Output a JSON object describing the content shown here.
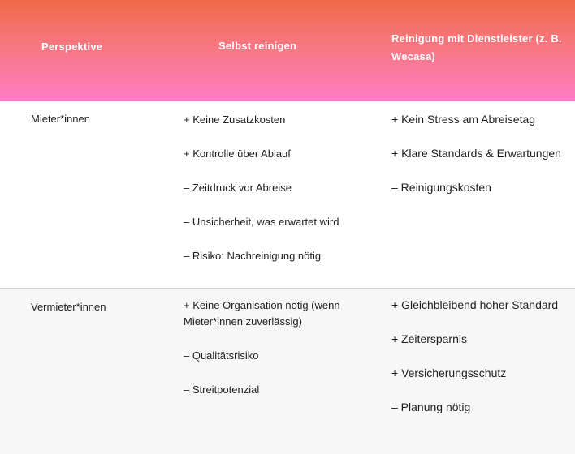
{
  "table": {
    "headers": [
      "Perspektive",
      "Selbst reinigen",
      "Reinigung mit Dienstleister (z. B. Wecasa)"
    ],
    "rows": [
      {
        "perspective": "Mieter*innen",
        "self_cleaning": [
          "+ Keine Zusatzkosten",
          "+ Kontrolle über Ablauf",
          "– Zeitdruck vor Abreise",
          "– Unsicherheit, was erwartet wird",
          "– Risiko: Nachreinigung nötig"
        ],
        "provider_cleaning": [
          "+ Kein Stress am Abreisetag",
          "+ Klare Standards & Erwartungen",
          "– Reinigungskosten"
        ]
      },
      {
        "perspective": "Vermieter*innen",
        "self_cleaning": [
          "+ Keine Organisation nötig (wenn Mieter*innen zuverlässig)",
          "– Qualitätsrisiko",
          "– Streitpotenzial"
        ],
        "provider_cleaning": [
          "+ Gleichbleibend hoher Standard",
          "+ Zeitersparnis",
          "+ Versicherungsschutz",
          "– Planung nötig"
        ]
      }
    ]
  }
}
